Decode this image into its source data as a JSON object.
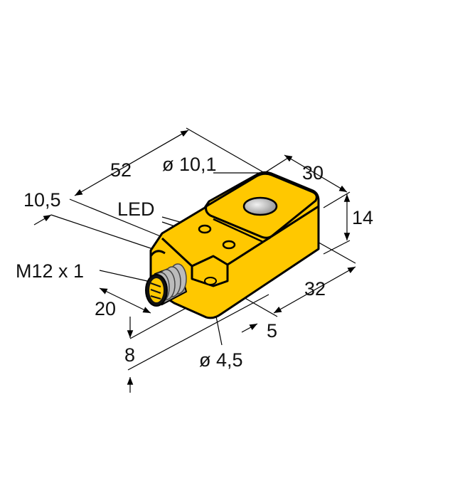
{
  "colors": {
    "body": "#FFC800",
    "outline": "#000000",
    "sensing_face": "#BBBBBB"
  },
  "labels": {
    "length": "52",
    "offset": "10,5",
    "sensing_diameter": "ø 10,1",
    "width": "30",
    "height": "14",
    "depth": "32",
    "led": "LED",
    "connector": "M12 x 1",
    "connector_length": "20",
    "hole_offset": "5",
    "base_height": "8",
    "hole_diameter": "ø 4,5"
  }
}
